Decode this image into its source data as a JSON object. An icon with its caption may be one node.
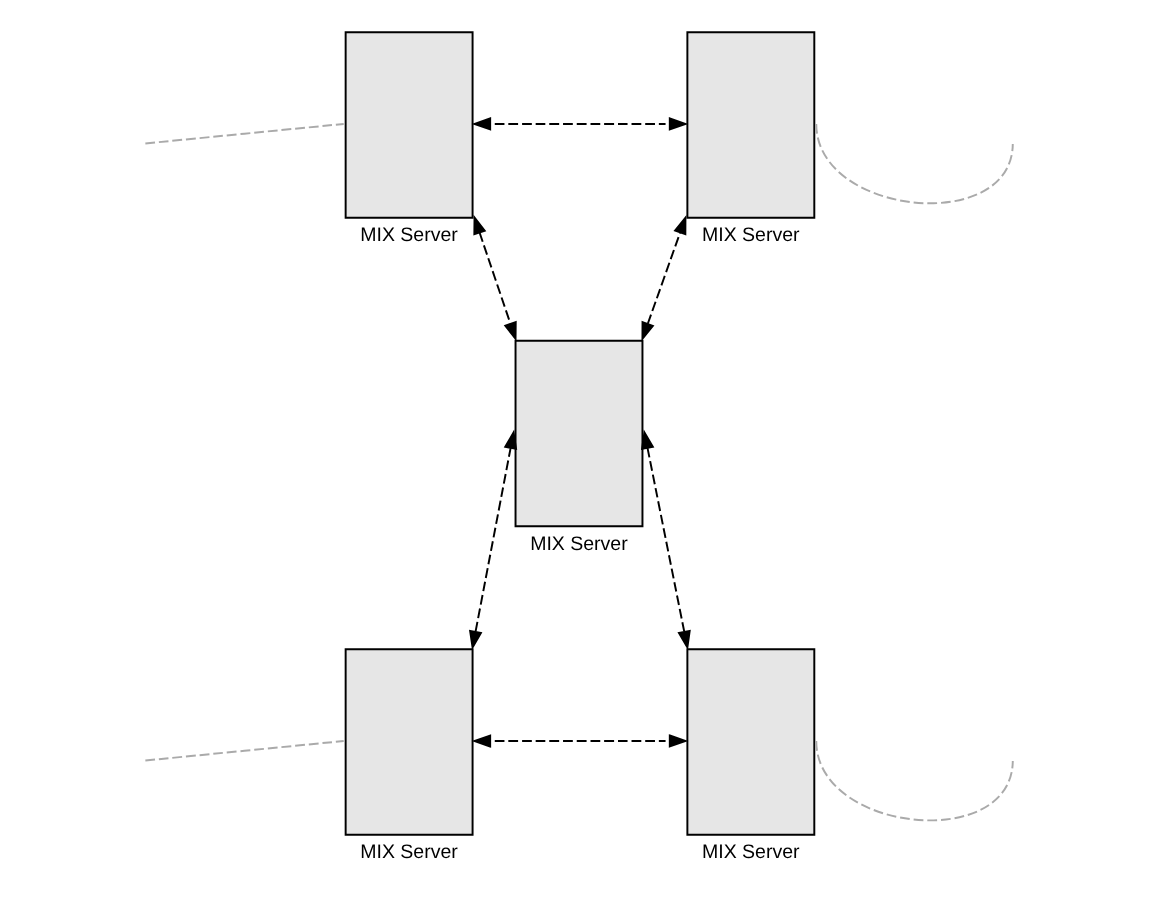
{
  "diagram": {
    "nodes": [
      {
        "text": [],
        "shape": "box",
        "beside": [
          "MIX Server"
        ]
      },
      {
        "text": [],
        "shape": "box",
        "beside": [
          "MIX Server"
        ]
      },
      {
        "text": [],
        "shape": "box",
        "beside": [
          "MIX Server"
        ]
      },
      {
        "text": [],
        "shape": "box",
        "beside": [
          "MIX Server"
        ]
      },
      {
        "text": [],
        "shape": "box",
        "beside": [
          "MIX Server"
        ]
      }
    ],
    "edges": [
      {
        "from": null,
        "to": 0,
        "arrow": "none",
        "style": "dashed",
        "color": "#aaaaaa"
      },
      {
        "from": 1,
        "to": null,
        "arrow": "none",
        "style": "dashed",
        "color": "#aaaaaa"
      },
      {
        "from": 0,
        "to": 1,
        "arrow": "both",
        "style": "dashed"
      },
      {
        "from": 0,
        "to": 2,
        "arrow": "both",
        "style": "dashed"
      },
      {
        "from": 2,
        "to": 1,
        "arrow": "both",
        "style": "dashed"
      },
      {
        "from": 3,
        "to": 2,
        "arrow": "both",
        "style": "dashed"
      },
      {
        "from": 2,
        "to": 4,
        "arrow": "both",
        "style": "dashed"
      },
      {
        "from": 3,
        "to": 4,
        "arrow": "both",
        "style": "dashed"
      },
      {
        "from": null,
        "to": 3,
        "arrow": "none",
        "style": "dashed",
        "color": "#aaaaaa"
      },
      {
        "from": 4,
        "to": null,
        "arrow": "none",
        "style": "dashed",
        "color": "#aaaaaa"
      }
    ]
  }
}
